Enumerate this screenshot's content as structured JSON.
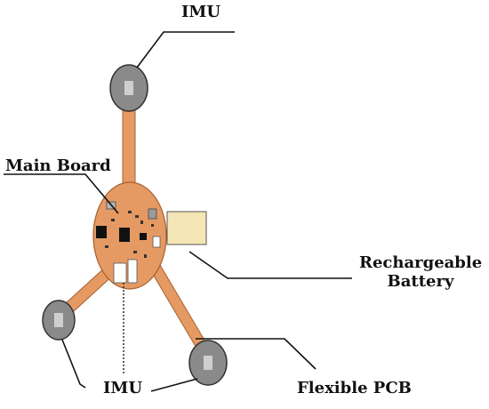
{
  "labels": {
    "imu_top": "IMU",
    "main_board": "Main Board",
    "battery_line1": "Rechargeable",
    "battery_line2": "Battery",
    "imu_bottom": "IMU",
    "flexible_pcb": "Flexible PCB"
  },
  "colors": {
    "flex_pcb": "#e59a64",
    "flex_pcb_edge": "#a85f2c",
    "imu_outer": "#8a8a8a",
    "imu_inner": "#cfcfcf",
    "battery": "#f5e6b5",
    "chip": "#111111",
    "leader": "#111111"
  }
}
